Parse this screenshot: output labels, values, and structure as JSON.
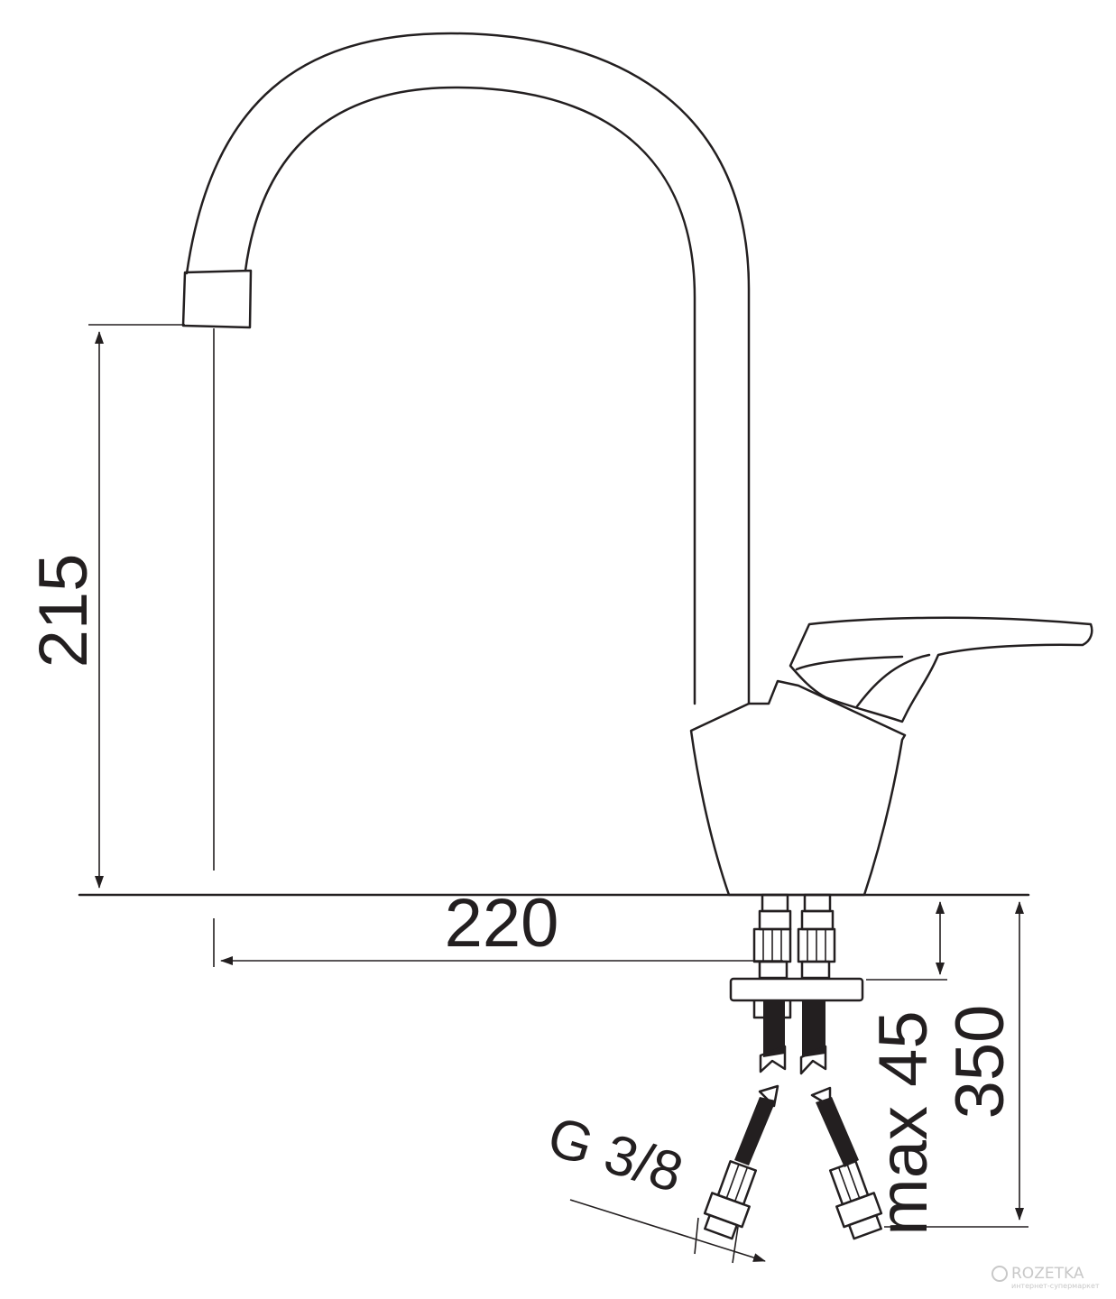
{
  "dimensions": {
    "spout_height": "215",
    "spout_reach": "220",
    "max_deck_thickness": "max 45",
    "hose_length": "350"
  },
  "connection": {
    "thread_label": "G 3/8"
  },
  "watermark": {
    "brand": "ROZETKA",
    "tagline": "интернет-супермаркет"
  },
  "colors": {
    "line": "#231f20",
    "background": "#ffffff"
  }
}
